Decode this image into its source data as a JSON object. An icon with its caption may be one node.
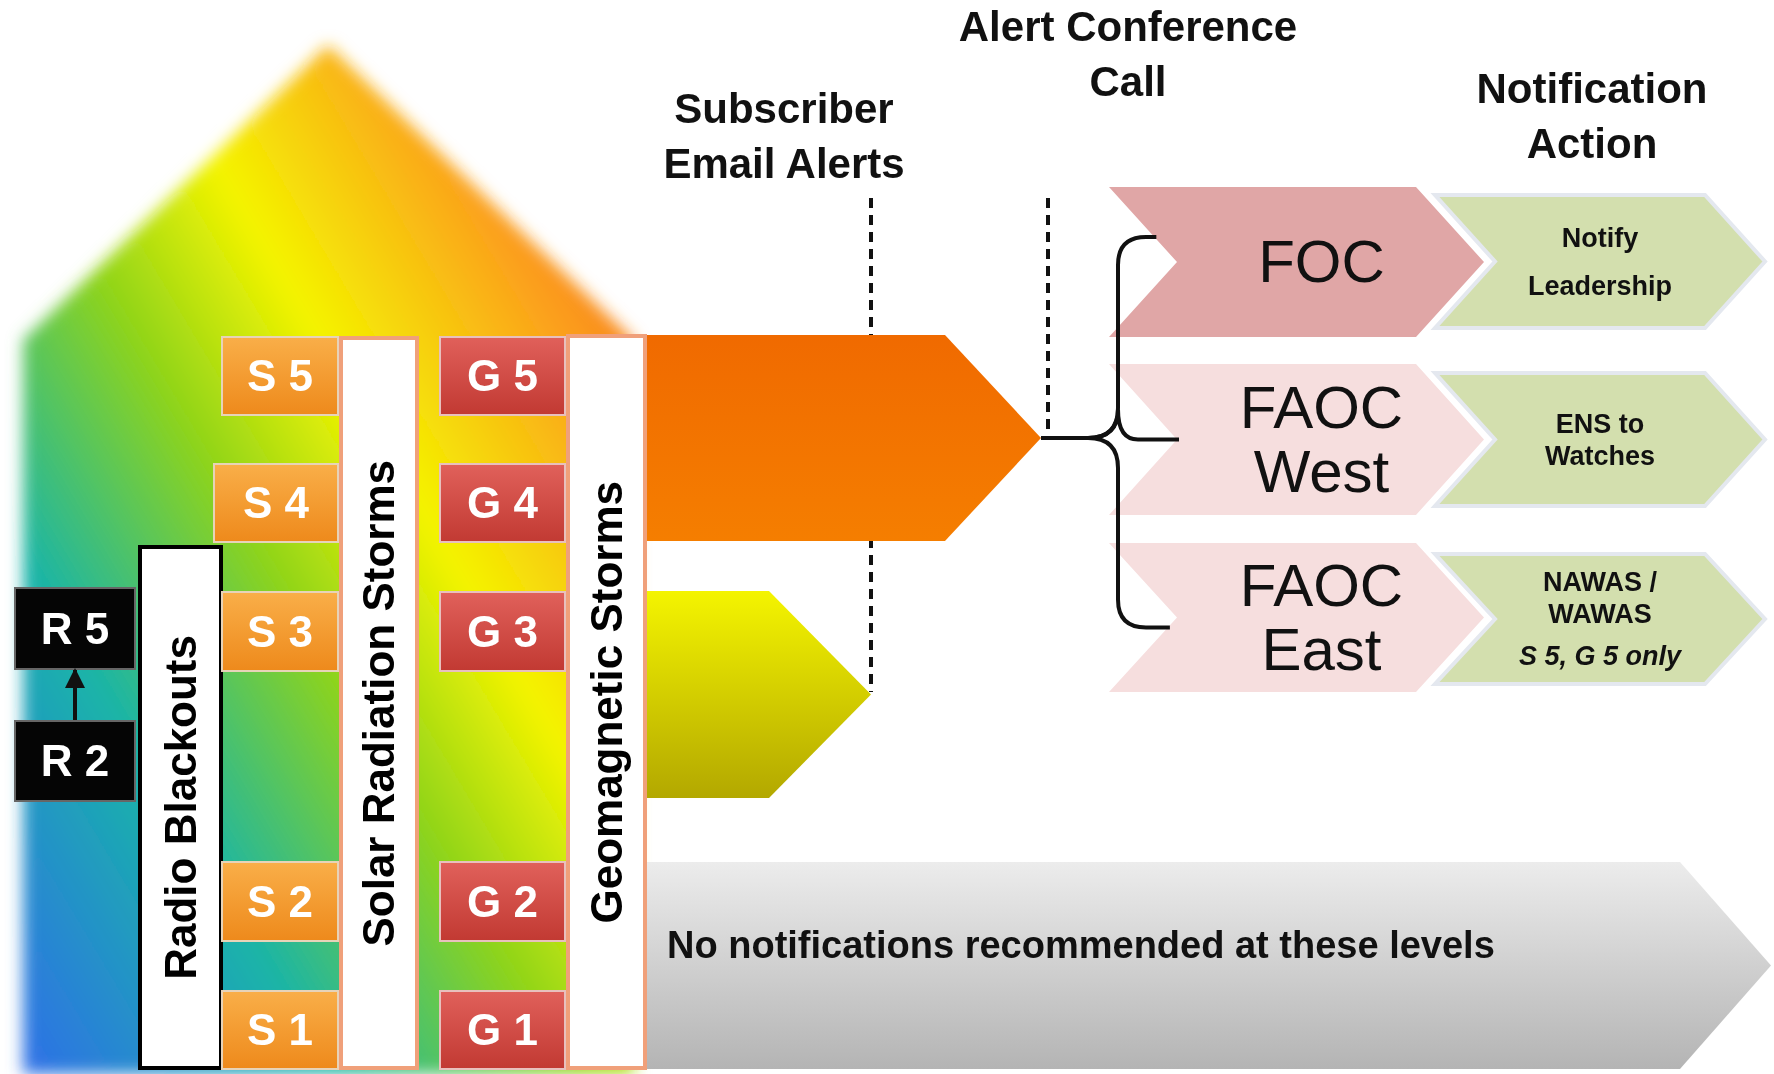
{
  "diagram": {
    "nodes": [
      {
        "text": [
          "Radio Blackouts"
        ]
      },
      {
        "text": [
          "R 5"
        ]
      },
      {
        "text": [
          "R 2"
        ]
      },
      {
        "text": [
          "Solar Radiation Storms"
        ]
      },
      {
        "text": [
          "S 5"
        ]
      },
      {
        "text": [
          "S 4"
        ]
      },
      {
        "text": [
          "S 3"
        ]
      },
      {
        "text": [
          "S 2"
        ]
      },
      {
        "text": [
          "S 1"
        ]
      },
      {
        "text": [
          "Geomagnetic Storms"
        ]
      },
      {
        "text": [
          "G 5"
        ]
      },
      {
        "text": [
          "G 4"
        ]
      },
      {
        "text": [
          "G 3"
        ]
      },
      {
        "text": [
          "G 2"
        ]
      },
      {
        "text": [
          "G 1"
        ]
      },
      {
        "text": [],
        "shape": "arrow"
      },
      {
        "text": [],
        "shape": "arrow"
      },
      {
        "text": [
          "No notifications recommended at these levels"
        ]
      },
      {
        "text": [
          "FOC"
        ]
      },
      {
        "text": [
          "FAOC West"
        ]
      },
      {
        "text": [
          "FAOC East"
        ]
      },
      {
        "text": [
          "Notify Leadership"
        ]
      },
      {
        "text": [
          "ENS to Watches"
        ]
      },
      {
        "text": [
          "NAWAS / WAWAS",
          "S 5, G 5 only"
        ]
      }
    ],
    "edges": [
      {
        "from": 2,
        "to": 1,
        "arrow": "to"
      },
      {
        "from": 15,
        "to": 18,
        "arrow": "none"
      },
      {
        "from": 15,
        "to": 19,
        "arrow": "none"
      },
      {
        "from": 15,
        "to": 20,
        "arrow": "none"
      }
    ],
    "labels": [
      "Alert Conference Call",
      "Subscriber Email Alerts",
      "Notification Action"
    ]
  }
}
